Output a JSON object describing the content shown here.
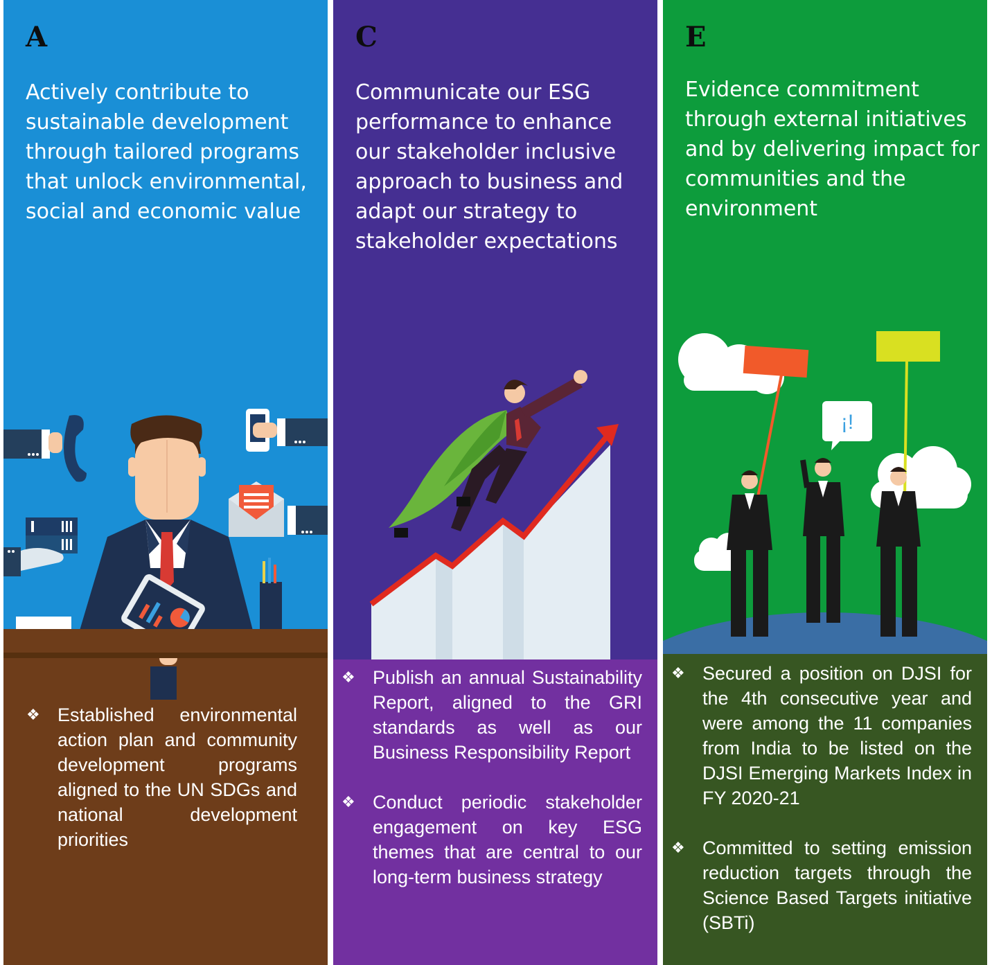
{
  "columns": [
    {
      "letter": "A",
      "heading": "Actively contribute to sustainable development through tailored programs that unlock environmental, social and economic value",
      "bullets": [
        "Established environmental action plan and community development programs aligned to the UN SDGs and national development priorities"
      ],
      "colors": {
        "top": "#1a8fd6",
        "bottom": "#6e3d1a"
      }
    },
    {
      "letter": "C",
      "heading": "Communicate our ESG performance to enhance our stakeholder inclusive approach to business and adapt our strategy to stakeholder expectations",
      "bullets": [
        "Publish an annual Sustainability Report, aligned to the GRI standards as well as our Business Responsibility Report",
        "Conduct periodic stakeholder engagement on key ESG themes that are central to our long-term business strategy"
      ],
      "colors": {
        "top": "#452f92",
        "bottom": "#7230a0"
      }
    },
    {
      "letter": "E",
      "heading": "Evidence commitment through external initiatives and by delivering impact for communities and the environment",
      "bullets": [
        "Secured a position on DJSI for the 4th consecutive year and were among the 11 companies from India to be listed on the DJSI Emerging Markets Index in FY 2020-21",
        "Committed to setting emission reduction targets through the Science Based Targets initiative (SBTi)"
      ],
      "colors": {
        "top": "#0d9c3c",
        "bottom": "#375622"
      }
    }
  ],
  "illustration_text": {
    "speech_bubble": "¡!"
  },
  "icons": {
    "bullet": "diamond-bullet-icon",
    "illustration_a": "businessman-desk-illustration",
    "illustration_c": "superhero-rising-chart-illustration",
    "illustration_e": "businessmen-flags-illustration"
  }
}
